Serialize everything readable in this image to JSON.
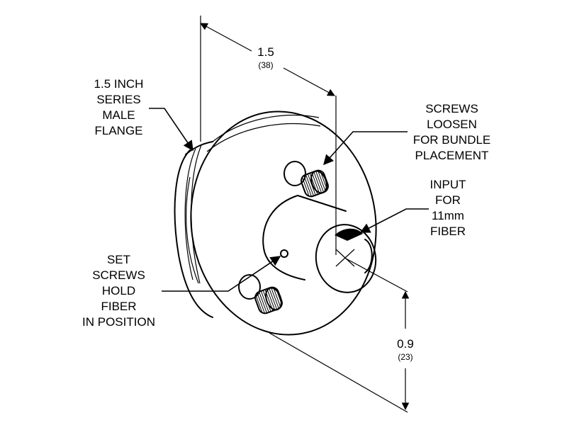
{
  "callouts": {
    "flange": [
      "1.5 INCH",
      "SERIES",
      "MALE",
      "FLANGE"
    ],
    "screws": [
      "SCREWS",
      "LOOSEN",
      "FOR BUNDLE",
      "PLACEMENT"
    ],
    "input": [
      "INPUT",
      "FOR",
      "11mm",
      "FIBER"
    ],
    "set_screws": [
      "SET",
      "SCREWS",
      "HOLD",
      "FIBER",
      "IN POSITION"
    ]
  },
  "dimensions": {
    "width": {
      "value": "1.5",
      "metric": "(38)"
    },
    "height": {
      "value": "0.9",
      "metric": "(23)"
    }
  },
  "colors": {
    "line": "#000000",
    "background": "#ffffff"
  }
}
